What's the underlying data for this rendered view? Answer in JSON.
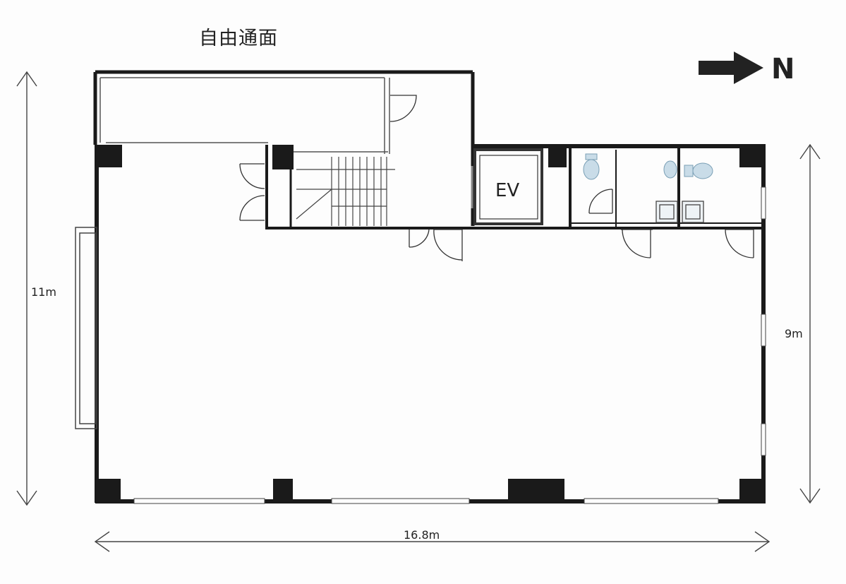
{
  "title": "自由通面",
  "north": {
    "label": "N"
  },
  "dimensions": {
    "width": "16.8m",
    "height_left": "11m",
    "height_right": "9m"
  },
  "rooms": {
    "elevator": "EV"
  },
  "colors": {
    "wall": "#1a1a1a",
    "line": "#333333",
    "background": "#fdfdfd"
  }
}
